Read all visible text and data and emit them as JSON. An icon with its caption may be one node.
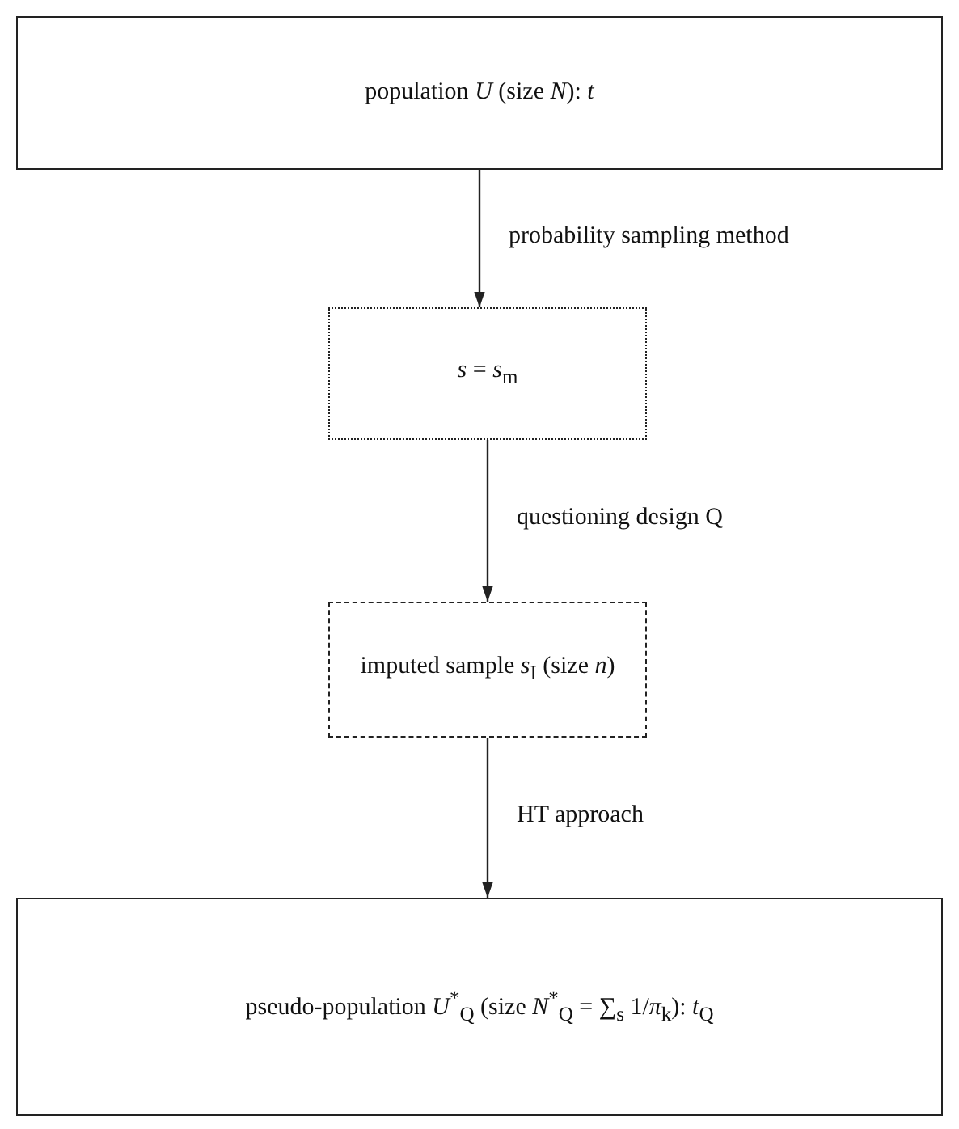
{
  "diagram": {
    "nodes": [
      {
        "text": [
          "population *U* (size *N*): *t*"
        ]
      },
      {
        "text": [
          "*s* = *s*$_{m}$"
        ]
      },
      {
        "text": [
          "imputed sample *s*$_{I}$ (size *n*)"
        ]
      },
      {
        "text": [
          "pseudo-population *U*$^{*}$$_{Q}$ (size *N*$^{*}$$_{Q}$ = ∑$_{s}$ 1/*π*$_{k}$): *t*$_{Q}$"
        ]
      }
    ],
    "edges": [
      {
        "from": 0,
        "to": 1,
        "arrow": "to",
        "label": "probability sampling method"
      },
      {
        "from": 1,
        "to": 2,
        "arrow": "to",
        "label": "questioning design Q"
      },
      {
        "from": 2,
        "to": 3,
        "arrow": "to",
        "label": "HT approach"
      }
    ]
  }
}
